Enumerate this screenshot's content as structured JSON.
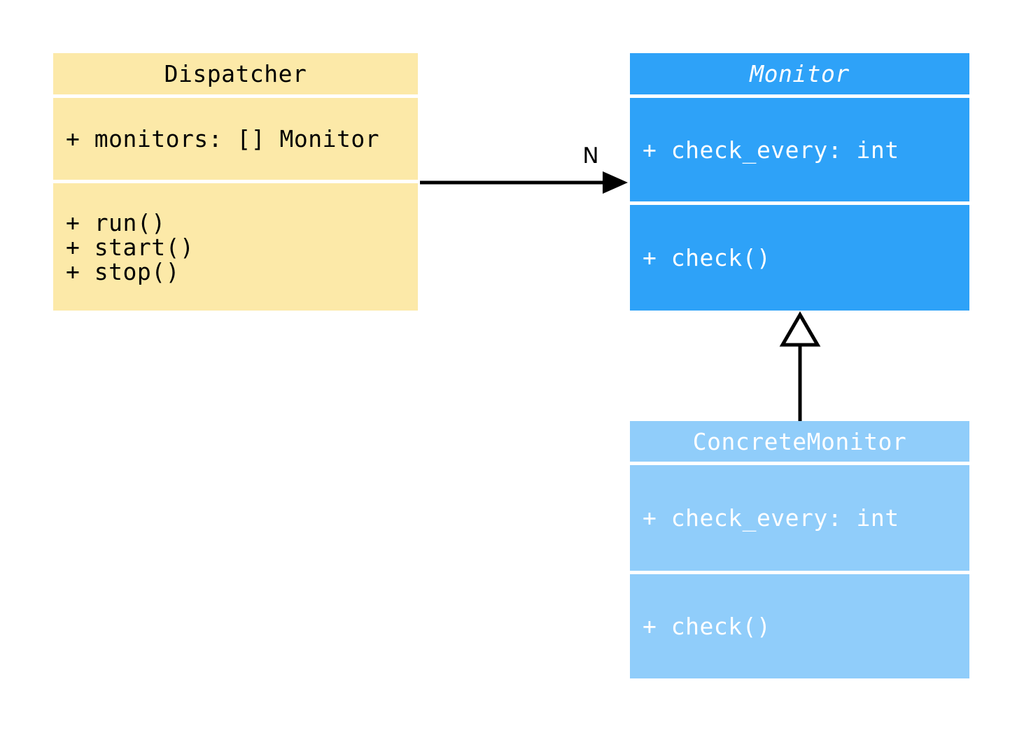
{
  "diagram": {
    "type": "uml-class-diagram",
    "classes": {
      "dispatcher": {
        "name": "Dispatcher",
        "attributes": [
          "+ monitors: [] Monitor"
        ],
        "methods": [
          "+ run()",
          "+ start()",
          "+ stop()"
        ],
        "fill_color": "#FCE9A8",
        "text_color": "#000000"
      },
      "monitor": {
        "name": "Monitor",
        "abstract": true,
        "attributes": [
          "+ check_every: int"
        ],
        "methods": [
          "+ check()"
        ],
        "fill_color": "#2EA2F8",
        "text_color": "#FFFFFF"
      },
      "concrete_monitor": {
        "name": "ConcreteMonitor",
        "attributes": [
          "+ check_every: int"
        ],
        "methods": [
          "+ check()"
        ],
        "fill_color": "#90CDFA",
        "text_color": "#FFFFFF"
      }
    },
    "relationships": {
      "association": {
        "from": "Dispatcher",
        "to": "Monitor",
        "label": "N",
        "arrow_style": "filled-arrowhead"
      },
      "generalization": {
        "from": "ConcreteMonitor",
        "to": "Monitor",
        "arrow_style": "hollow-triangle"
      }
    },
    "colors": {
      "background": "#FFFFFF",
      "connector_line": "#000000"
    }
  }
}
